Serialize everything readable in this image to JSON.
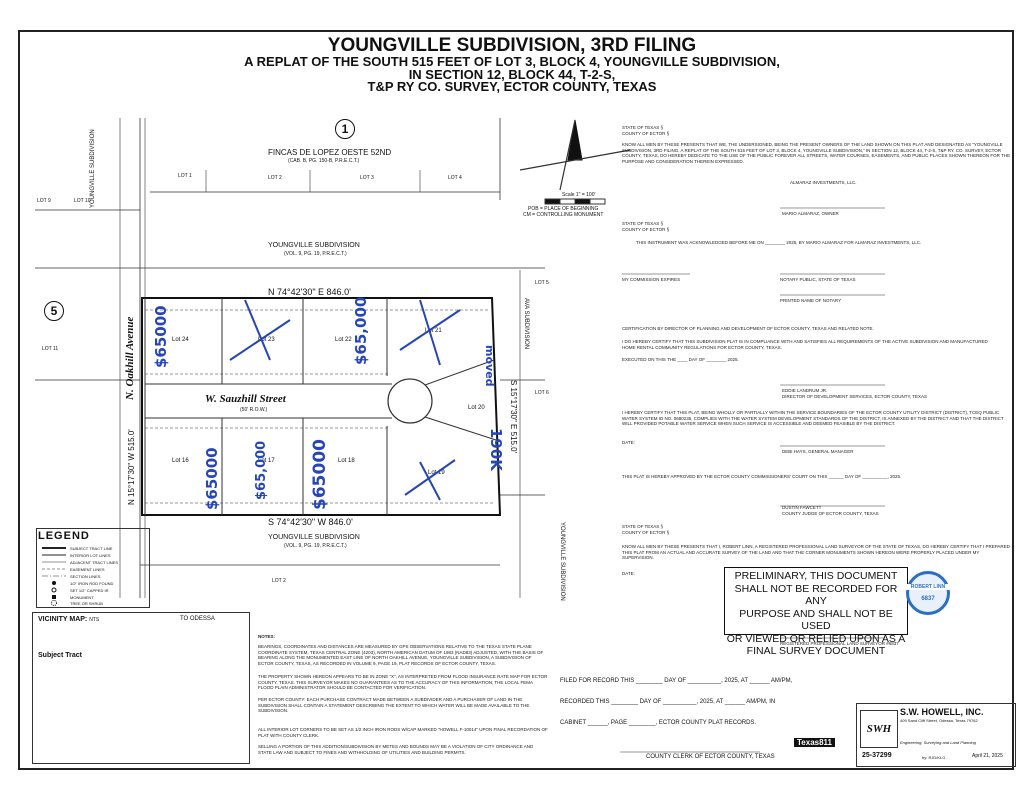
{
  "title": {
    "line1": "YOUNGVILLE SUBDIVISION, 3RD FILING",
    "line2": "A REPLAT OF THE SOUTH 515 FEET OF LOT 3, BLOCK 4, YOUNGVILLE SUBDIVISION,",
    "line3": "IN SECTION 12, BLOCK 44, T-2-S,",
    "line4": "T&P RY CO. SURVEY, ECTOR COUNTY, TEXAS"
  },
  "plat": {
    "block_number_top": "1",
    "block_number_left": "5",
    "fincas": "FINCAS DE LOPEZ OESTE 52ND",
    "fincas_ref": "(CAB. B, PG. 150-B, P.R.E.C.T.)",
    "top_lots": [
      "LOT 1",
      "LOT 2",
      "LOT 3",
      "LOT 4"
    ],
    "left_lots": [
      "LOT 9",
      "LOT 10"
    ],
    "lot11": "LOT 11",
    "lot5": "LOT 5",
    "lot6": "LOT 6",
    "lot2_bottom": "LOT 2",
    "youngville_top": "YOUNGVILLE SUBDIVISION",
    "youngville_top_ref": "(VOL. 9, PG. 19, P.R.E.C.T.)",
    "youngville_bottom": "YOUNGVILLE SUBDIVISION",
    "youngville_bottom_ref": "(VOL. 9, PG. 19, P.R.E.C.T.)",
    "bearing_top": "N 74°42'30\" E   846.0'",
    "bearing_bottom": "S 74°42'30\" W   846.0'",
    "street": "W. Sauzhill Street",
    "street_row": "(50' R.O.W.)",
    "left_avenue": "N. Oakhill Avenue",
    "left_bearing": "N 15°17'30\" W   515.0'",
    "right_bearing": "S 15°17'30\" E   515.0'",
    "ava": "AVA SUBDIVISION",
    "youngville_right": "YOUNGVILLE SUBDIVISION",
    "youngville_left": "YOUNGVILLE SUBDIVISION",
    "lots_upper": [
      "Lot 24",
      "Lot 23",
      "Lot 22",
      "Lot 21"
    ],
    "lots_lower": [
      "Lot 16",
      "Lot 17",
      "Lot 18",
      "Lot 19"
    ],
    "lot20": "Lot 20",
    "pob": "POB = PLACE OF BEGINNING",
    "cm": "CM = CONTROLLING MONUMENT",
    "scale": "Scale 1\" = 100'",
    "north": "N"
  },
  "handwriting": {
    "h1": "$65000",
    "h2": "$65,000",
    "h3": "$65000",
    "h4": "$65,000",
    "h5": "$65000",
    "h6": "moved",
    "h7": "190K"
  },
  "legend": {
    "title": "LEGEND",
    "items": [
      "SUBJECT TRACT LINE",
      "INTERIOR LOT LINES",
      "ADJACENT TRACT LINES",
      "EASEMENT LINES",
      "SECTION LINES",
      "1/2\" IRON ROD FOUND",
      "SET 1/2\" CAPPED IR",
      "MONUMENT",
      "TREE OR SHRUB"
    ]
  },
  "vicinity": {
    "title": "VICINITY MAP:",
    "nts": "NTS",
    "to_odessa": "TO ODESSA",
    "subject": "Subject Tract"
  },
  "right_text": {
    "state1": "STATE OF TEXAS §",
    "county1": "COUNTY OF ECTOR §",
    "know1": "KNOW ALL MEN BY THESE PRESENTS THAT WE, THE UNDERSIGNED, BEING THE PRESENT OWNERS OF THE LAND SHOWN ON THIS PLAT AND DESIGNATED AS \"YOUNGVILLE SUBDIVISION, 3RD FILING, A REPLAT OF THE SOUTH 515 FEET OF LOT 3, BLOCK 4, YOUNGVILLE SUBDIVISION,\" IN SECTION 12, BLOCK 44, T-2-S, T&P RY. CO. SURVEY, ECTOR COUNTY, TEXAS, DO HEREBY DEDICATE TO THE USE OF THE PUBLIC FOREVER ALL STREETS, WATER COURSES, EASEMENTS, AND PUBLIC PLACES SHOWN THEREON FOR THE PURPOSE AND CONSIDERATION THEREIN EXPRESSED.",
    "almaraz": "ALMARAZ INVESTMENTS, LLC.",
    "mario": "MARIO ALMARAZ, OWNER",
    "state2": "STATE OF TEXAS §",
    "county2": "COUNTY OF ECTOR §",
    "ack": "THIS INSTRUMENT WAS ACKNOWLEDGED BEFORE ME ON ________ 2025, BY MARIO ALMARAZ FOR ALMARAZ INVESTMENTS, LLC.",
    "commission": "MY COMMISSION EXPIRES",
    "notary": "NOTARY PUBLIC, STATE OF TEXAS",
    "printed": "PRINTED NAME OF NOTARY",
    "cert_dir": "CERTIFICATION BY DIRECTOR OF PLANNING AND DEVELOPMENT OF ECTOR COUNTY, TEXAS AND RELATED NOTE.",
    "cert_dir2": "I DO HEREBY CERTIFY THAT THIS SUBDIVISION PLAT IS IN COMPLIANCE WITH AND SATISFIES ALL REQUIREMENTS OF THE ACTIVE SUBDIVISION AND MANUFACTURED HOME RENTAL COMMUNITY REGULATIONS FOR ECTOR COUNTY, TEXAS.",
    "executed": "EXECUTED ON THIS THE ____ DAY OF ________ 2025.",
    "eddie": "EDDIE LANDRUM JR.",
    "eddie_title": "DIRECTOR OF DEVELOPMENT SERVICES, ECTOR COUNTY, TEXAS",
    "water": "I HEREBY CERTIFY THAT THIS PLAT, BEING WHOLLY OR PARTIALLY WITHIN THE SERVICE BOUNDARIES OF THE ECTOR COUNTY UTILITY DISTRICT (DISTRICT), TCEQ PUBLIC WATER SYSTEM ID NO. 0680235, COMPLIES WITH THE WATER SYSTEM DEVELOPMENT STANDARDS OF THE DISTRICT, IS ANNEXED BY THE DISTRICT AND THAT THE DISTRICT WILL PROVIDED POTABLE WATER SERVICE WHEN SUCH SERVICE IS ACCESSIBLE AND DEEMED FEASIBLE BY THE DISTRICT.",
    "date1": "DATE:",
    "debi": "DEBI HAYS, GENERAL MANAGER",
    "approved": "THIS PLAT IS HEREBY APPROVED BY THE ECTOR COUNTY COMMISSIONERS' COURT ON THIS ______ DAY OF __________, 2025.",
    "dustin": "DUSTIN FAWCETT",
    "dustin_title": "COUNTY JUDGE OF ECTOR COUNTY, TEXAS",
    "state3": "STATE OF TEXAS §",
    "county3": "COUNTY OF ECTOR §",
    "know3": "KNOW ALL MEN BY THESE PRESENTS THAT I, ROBERT LINN, A REGISTERED PROFESSIONAL LAND SURVEYOR OF THE STATE OF TEXAS, DO HEREBY CERTIFY THAT I PREPARED THIS PLAT FROM AN ACTUAL AND ACCURATE SURVEY OF THE LAND AND THAT THE CORNER MONUMENTS SHOWN HEREON WERE PROPERLY PLACED UNDER MY SUPERVISION.",
    "date2": "DATE:",
    "rpls": "REGISTERED PROFESSIONAL LAND SURVEYOR #6837"
  },
  "prelim": {
    "l1": "PRELIMINARY, THIS DOCUMENT",
    "l2": "SHALL NOT BE RECORDED FOR ANY",
    "l3": "PURPOSE AND SHALL NOT BE USED",
    "l4": "OR VIEWED OR RELIED UPON AS A",
    "l5": "FINAL SURVEY DOCUMENT"
  },
  "seal": {
    "name": "ROBERT LINN",
    "number": "6837"
  },
  "notes": {
    "title": "NOTES:",
    "n1": "BEARINGS, COORDINATES AND DISTANCES ARE MEASURED BY GPS OBSERVATIONS RELATIVE TO THE TEXAS STATE PLANE COORDINATE SYSTEM, TEXAS CENTRAL ZONE (4203), NORTH AMERICAN DATUM OF 1983 (NAD83) ADJUSTED, WITH THE BASIS OF BEARING ALONG THE MONUMENTED EAST LINE OF NORTH OAKHILL AVENUE, YOUNGVILLE SUBDIVISION, A SUBDIVISION OF ECTOR COUNTY, TEXAS, AS RECORDED IN VOLUME 9, PAGE 19, PLAT RECORDS OF ECTOR COUNTY, TEXAS.",
    "n2": "THE PROPERTY SHOWN HEREON APPEARS TO BE IN ZONE \"X\", AS INTERPRETED FROM FLOOD INSURANCE RATE MAP FOR ECTOR COUNTY, TEXAS. THIS SURVEYOR MAKES NO GUARANTEES AS TO THE ACCURACY OF THIS INFORMATION; THE LOCAL FEMA FLOOD PLAIN ADMINISTRATOR SHOULD BE CONTACTED FOR VERIFICATION.",
    "n3": "PER ECTOR COUNTY: EACH PURCHASE CONTRACT MADE BETWEEN A SUBDIVIDER AND A PURCHASER OF LAND IN THE SUBDIVISION SHALL CONTAIN A STATEMENT DESCRIBING THE EXTENT TO WHICH WATER WILL BE MADE AVAILABLE TO THE SUBDIVISION.",
    "n4": "ALL INTERIOR LOT CORNERS TO BE SET AS 1/2 INCH IRON RODS W/CAP MARKED \"HOWELL F-10014\" UPON FINAL RECORDATION OF PLAT WITH COUNTY CLERK.",
    "n5": "SELLING A PORTION OF THIS ADDITION/SUBDIVISION BY METES AND BOUNDS MAY BE A VIOLATION OF CITY ORDINANCE AND STATE LAW AND SUBJECT TO FINES AND WITHHOLDING OF UTILITIES AND BUILDING PERMITS."
  },
  "filing": {
    "l1": "FILED FOR RECORD THIS ________ DAY OF __________, 2025, AT ______ AM/PM,",
    "l2": "RECORDED THIS ________ DAY OF __________, 2025, AT ______ AM/PM, IN",
    "l3": "CABINET ______, PAGE ________, ECTOR COUNTY PLAT RECORDS.",
    "clerk": "COUNTY CLERK OF ECTOR COUNTY, TEXAS"
  },
  "titleblock": {
    "company": "S.W. HOWELL, INC.",
    "addr": "409 Sand Cliff Street, Odessa, Texas 79762",
    "tag": "Engineering, Surveying and Land Planning",
    "job": "25-37299",
    "drawn": "by: RJD/KLG",
    "date": "April 21, 2025",
    "logo": "SWH",
    "texas811": "Texas811"
  },
  "colors": {
    "ink": "#111111",
    "hand_blue": "#2646b8",
    "seal_blue": "#2b6fc4"
  }
}
